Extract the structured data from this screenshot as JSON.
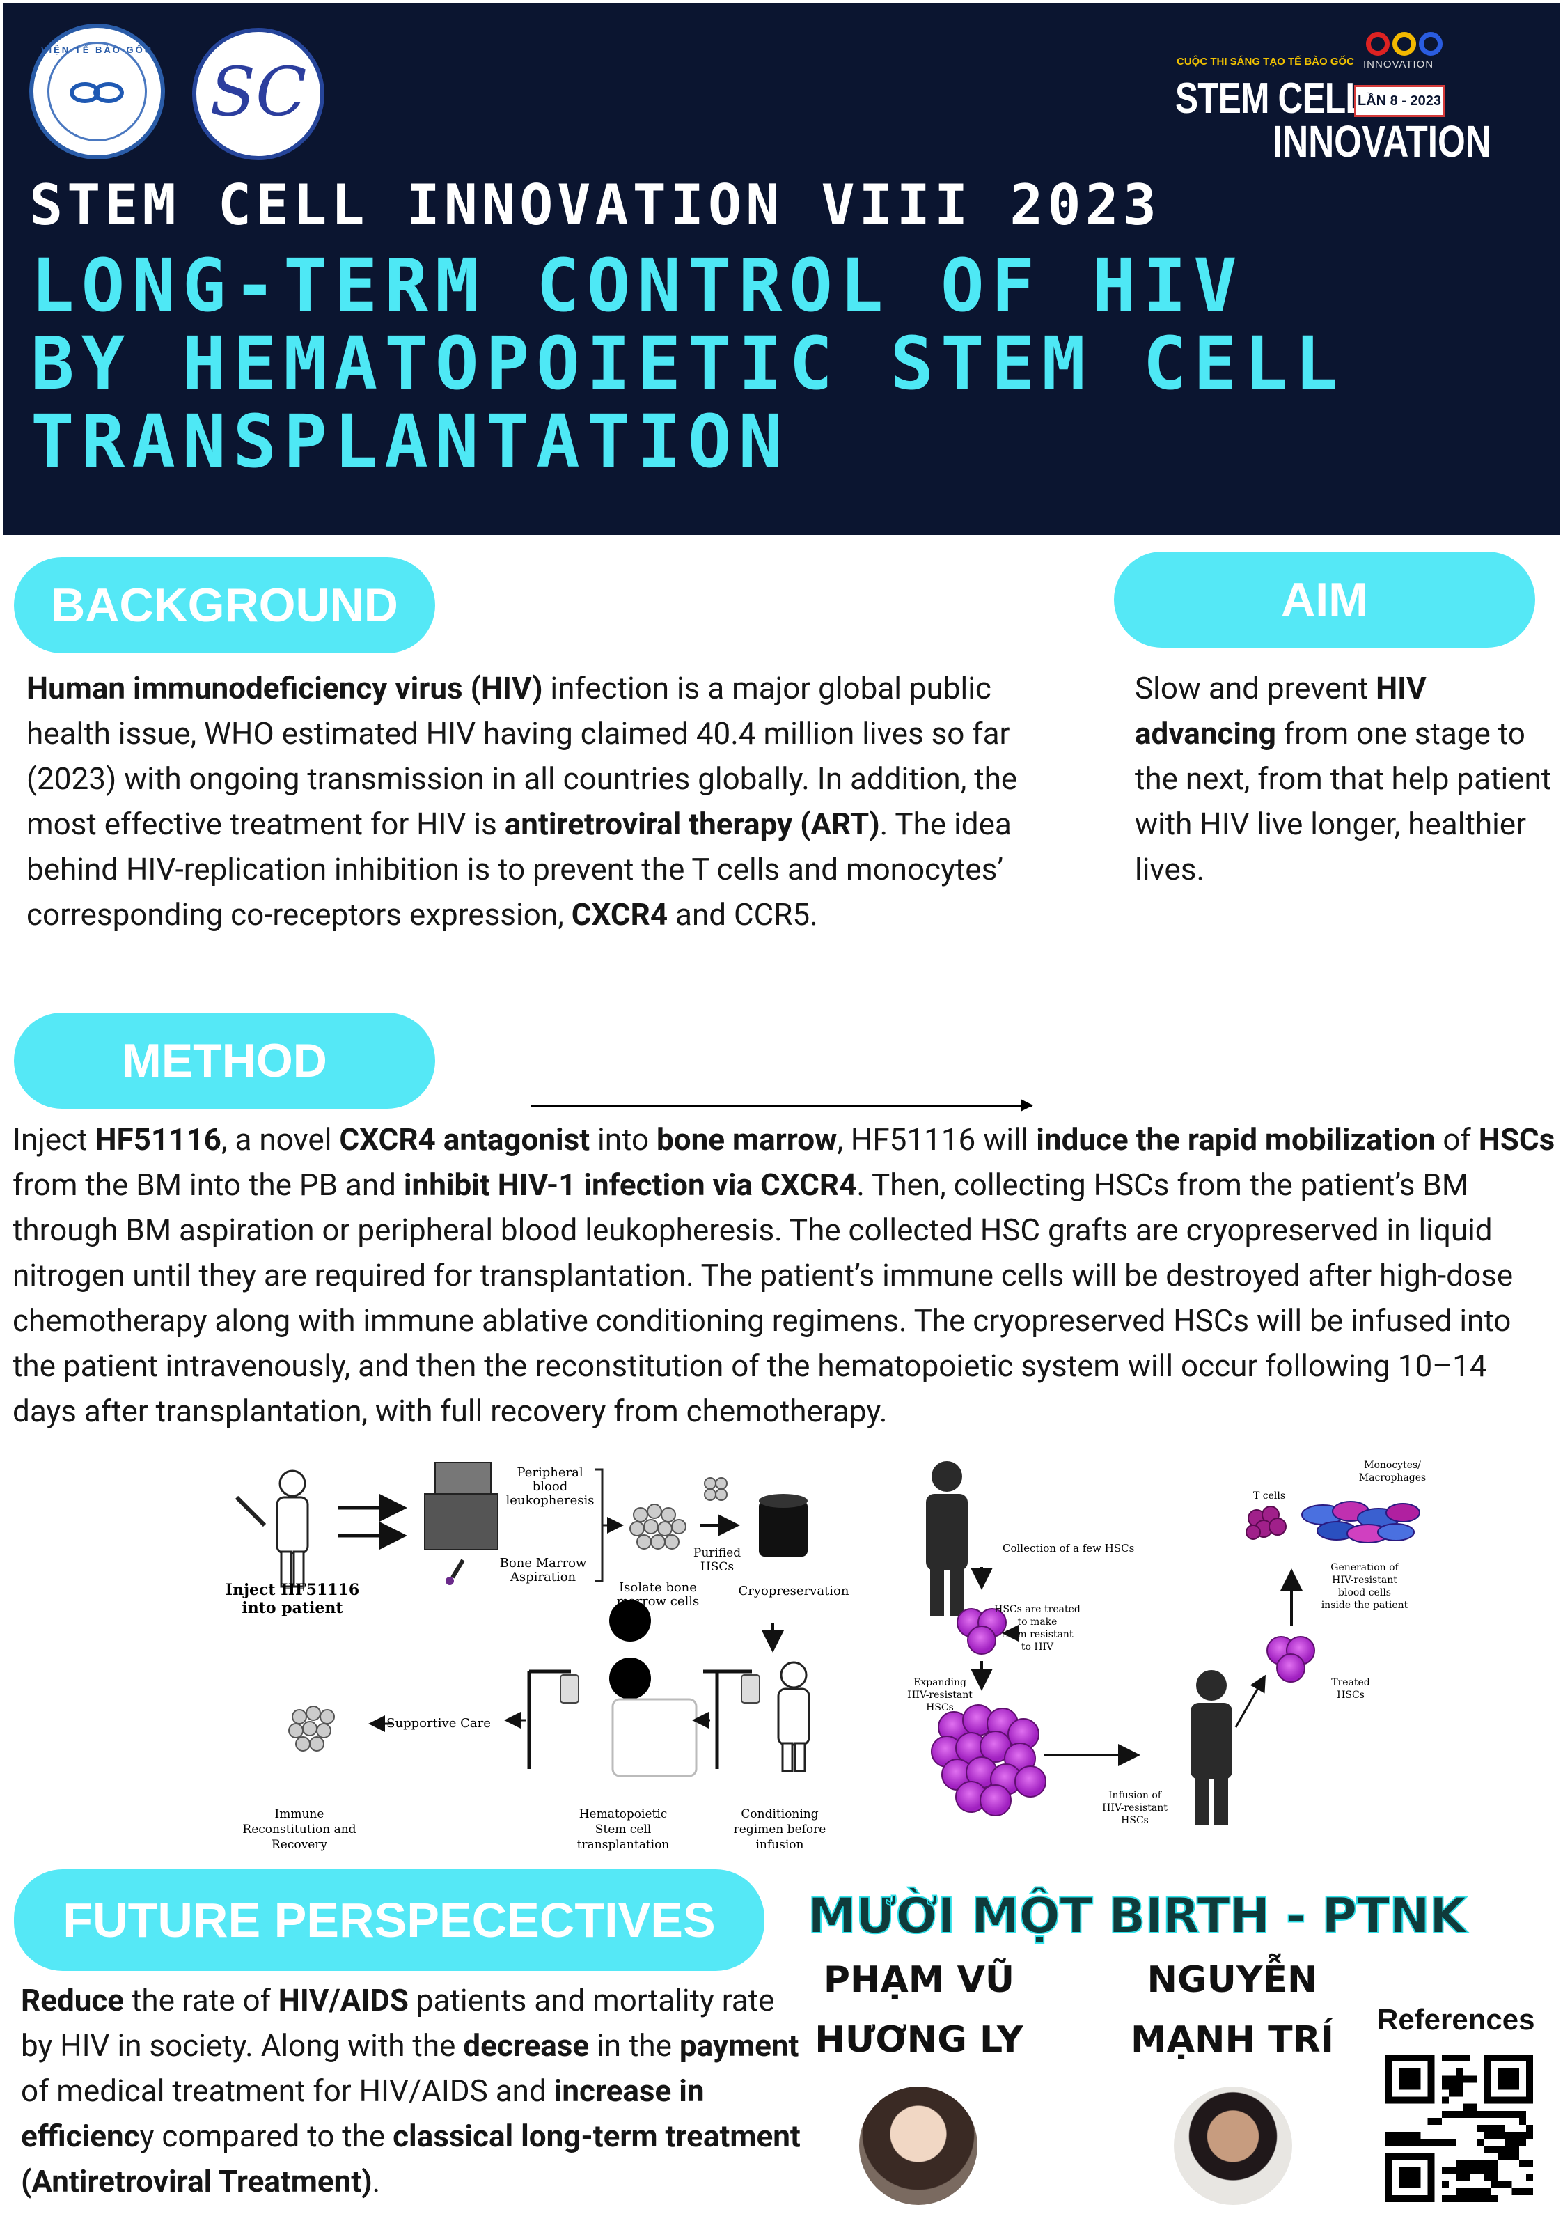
{
  "header": {
    "logo_left_text": "VIỆN TẾ BÀO GỐC",
    "logo_right_text": "SC",
    "brand_small": "CUỘC THI SÁNG TẠO TẾ BÀO GỐC",
    "brand_stem_cell": "STEM CELL",
    "brand_edition": "LẦN 8 - 2023",
    "brand_innovation": "INNOVATION",
    "brand_innovation_small": "INNOVATION",
    "event": "STEM CELL INNOVATION VIII 2023",
    "title_lines": [
      "LONG-TERM CONTROL OF HIV",
      "BY HEMATOPOIETIC STEM CELL",
      "TRANSPLANTATION"
    ]
  },
  "background": {
    "heading": "BACKGROUND",
    "parts": [
      {
        "t": "Human immunodeficiency virus (HIV)",
        "b": true
      },
      {
        "t": " infection is a major global public health issue, WHO estimated HIV having claimed 40.4 million lives so far (2023) with ongoing transmission in all countries globally. In addition, the most effective treatment for HIV is ",
        "b": false
      },
      {
        "t": "antiretroviral therapy (ART)",
        "b": true
      },
      {
        "t": ". The idea behind HIV-replication inhibition is to prevent the T cells and monocytes’ corresponding co-receptors expression, ",
        "b": false
      },
      {
        "t": "CXCR4",
        "b": true
      },
      {
        "t": " and CCR5.",
        "b": false
      }
    ]
  },
  "aim": {
    "heading": "AIM",
    "parts": [
      {
        "t": "Slow and prevent ",
        "b": false
      },
      {
        "t": "HIV advancing",
        "b": true
      },
      {
        "t": " from one stage to the next, from that help patient with HIV live longer, healthier lives.",
        "b": false
      }
    ]
  },
  "method": {
    "heading": "METHOD",
    "parts": [
      {
        "t": "Inject ",
        "b": false
      },
      {
        "t": "HF51116",
        "b": true
      },
      {
        "t": ", a novel ",
        "b": false
      },
      {
        "t": "CXCR4 antagonist",
        "b": true
      },
      {
        "t": " into ",
        "b": false
      },
      {
        "t": "bone marrow",
        "b": true
      },
      {
        "t": ", HF51116 will ",
        "b": false
      },
      {
        "t": "induce the rapid mobilization",
        "b": true
      },
      {
        "t": " of ",
        "b": false
      },
      {
        "t": "HSCs",
        "b": true
      },
      {
        "t": " from the BM into the PB and ",
        "b": false
      },
      {
        "t": "inhibit HIV-1 infection via CXCR4",
        "b": true
      },
      {
        "t": ". Then, collecting HSCs from the patient’s BM through BM aspiration or peripheral blood leukopheresis. The collected HSC grafts are cryopreserved in liquid nitrogen until they are required for transplantation. The patient’s immune cells will be destroyed after high-dose chemotherapy along with immune ablative conditioning regimens. The cryopreserved HSCs will be infused into the patient intravenously, and then the reconstitution of the hematopoietic system will occur following 10–14 days after transplantation, with full recovery from chemotherapy.",
        "b": false
      }
    ]
  },
  "diagram_left": {
    "inject": [
      "Inject HF51116",
      "into patient"
    ],
    "peripheral": [
      "Peripheral",
      "blood",
      "leukopheresis"
    ],
    "bone_marrow": [
      "Bone Marrow",
      "Aspiration"
    ],
    "isolate": [
      "Isolate bone",
      "marrow cells"
    ],
    "purified": [
      "Purified",
      "HSCs"
    ],
    "cryo": "Cryopreservation",
    "supportive": "Supportive Care",
    "immune": [
      "Immune",
      "Reconstitution and",
      "Recovery"
    ],
    "hsct": [
      "Hematopoietic",
      "Stem cell",
      "transplantation"
    ],
    "conditioning": [
      "Conditioning",
      "regimen before",
      "infusion"
    ]
  },
  "diagram_right": {
    "collection": "Collection of a few HSCs",
    "treated_note": [
      "HSCs are treated",
      "to make",
      "them resistant",
      "to HIV"
    ],
    "expanding": [
      "Expanding",
      "HIV-resistant",
      "HSCs"
    ],
    "infusion": [
      "Infusion of",
      "HIV-resistant",
      "HSCs"
    ],
    "tcells": "T cells",
    "monocytes": [
      "Monocytes/",
      "Macrophages"
    ],
    "generation": [
      "Generation of",
      "HIV-resistant",
      "blood cells",
      "inside the patient"
    ],
    "treated": [
      "Treated",
      "HSCs"
    ]
  },
  "future": {
    "heading": "FUTURE PERSPECECTIVES",
    "parts": [
      {
        "t": "Reduce",
        "b": true
      },
      {
        "t": " the rate of ",
        "b": false
      },
      {
        "t": "HIV/AIDS",
        "b": true
      },
      {
        "t": " patients and mortality rate by HIV in society. Along with the ",
        "b": false
      },
      {
        "t": "decrease",
        "b": true
      },
      {
        "t": " in the ",
        "b": false
      },
      {
        "t": "payment",
        "b": true
      },
      {
        "t": " of medical treatment for HIV/AIDS and ",
        "b": false
      },
      {
        "t": "increase in efficienc",
        "b": true
      },
      {
        "t": "y compared to the ",
        "b": false
      },
      {
        "t": "classical long-term treatment (Antiretroviral Treatment)",
        "b": true
      },
      {
        "t": ".",
        "b": false
      }
    ]
  },
  "team": {
    "name": "MƯỜI MỘT BIRTH - PTNK",
    "author1": [
      "PHẠM VŨ",
      "HƯƠNG LY"
    ],
    "author2": [
      "NGUYỄN",
      "MẠNH TRÍ"
    ],
    "references": "References"
  }
}
